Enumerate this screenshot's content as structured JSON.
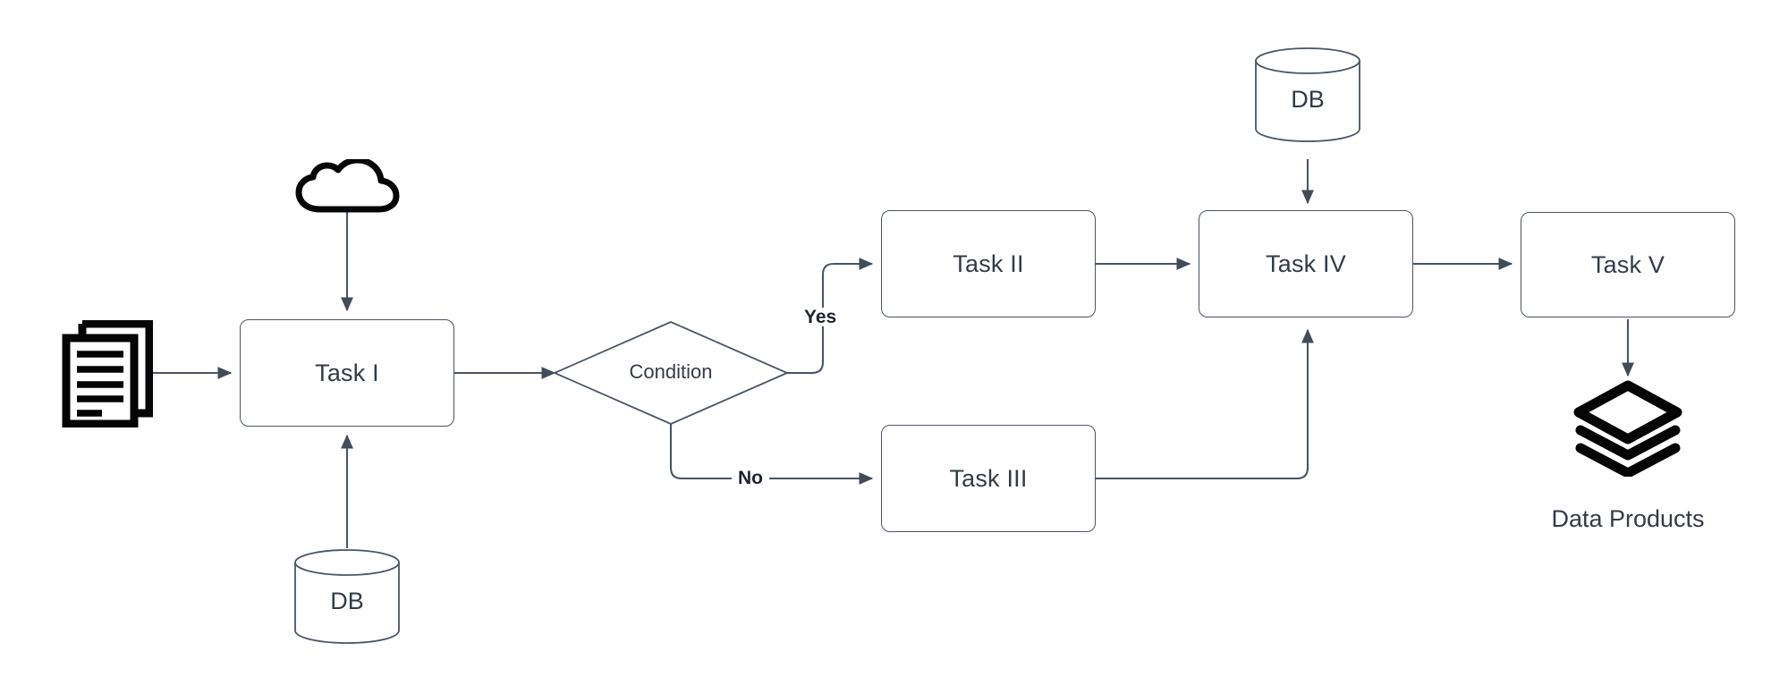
{
  "diagram": {
    "title": "Data pipeline flowchart",
    "colors": {
      "stroke": "#4b5563",
      "text": "#343b47",
      "icon_black": "#050505",
      "background": "#ffffff",
      "label_text": "#1f2430"
    },
    "nodes": [
      {
        "id": "documents-source",
        "type": "icon",
        "icon": "documents-icon",
        "label": ""
      },
      {
        "id": "cloud-source",
        "type": "icon",
        "icon": "cloud-icon",
        "label": ""
      },
      {
        "id": "db-bottom-left",
        "type": "database",
        "icon": "database-cylinder-icon",
        "label": "DB"
      },
      {
        "id": "task-1",
        "type": "process",
        "label": "Task I"
      },
      {
        "id": "condition",
        "type": "decision",
        "label": "Condition"
      },
      {
        "id": "task-2",
        "type": "process",
        "label": "Task II"
      },
      {
        "id": "task-3",
        "type": "process",
        "label": "Task III"
      },
      {
        "id": "db-top-right",
        "type": "database",
        "icon": "database-cylinder-icon",
        "label": "DB"
      },
      {
        "id": "task-4",
        "type": "process",
        "label": "Task IV"
      },
      {
        "id": "task-5",
        "type": "process",
        "label": "Task V"
      },
      {
        "id": "data-products",
        "type": "icon",
        "icon": "layers-stack-icon",
        "label": "Data Products"
      }
    ],
    "edges": [
      {
        "from": "documents-source",
        "to": "task-1",
        "label": ""
      },
      {
        "from": "cloud-source",
        "to": "task-1",
        "label": ""
      },
      {
        "from": "db-bottom-left",
        "to": "task-1",
        "label": ""
      },
      {
        "from": "task-1",
        "to": "condition",
        "label": ""
      },
      {
        "from": "condition",
        "to": "task-2",
        "label": "Yes"
      },
      {
        "from": "condition",
        "to": "task-3",
        "label": "No"
      },
      {
        "from": "task-2",
        "to": "task-4",
        "label": ""
      },
      {
        "from": "task-3",
        "to": "task-4",
        "label": ""
      },
      {
        "from": "db-top-right",
        "to": "task-4",
        "label": ""
      },
      {
        "from": "task-4",
        "to": "task-5",
        "label": ""
      },
      {
        "from": "task-5",
        "to": "data-products",
        "label": ""
      }
    ],
    "labels": {
      "task1": "Task I",
      "task2": "Task II",
      "task3": "Task III",
      "task4": "Task IV",
      "task5": "Task V",
      "condition": "Condition",
      "yes": "Yes",
      "no": "No",
      "db_bottom_left": "DB",
      "db_top_right": "DB",
      "data_products": "Data Products"
    }
  }
}
